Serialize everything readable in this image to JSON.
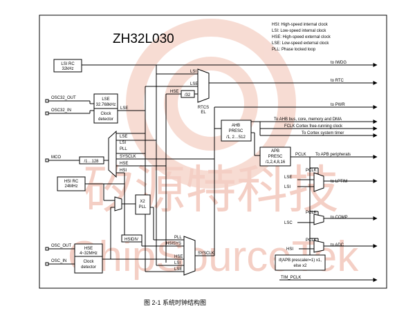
{
  "title": "ZH32L030",
  "legend": [
    "HSI: High-speed internal clock",
    "LSI: Low-speed internal clock",
    "HSE: High-speed external clock",
    "LSE: Low-speed external clock",
    "PLL: Phase locked loop"
  ],
  "blocks": {
    "lsi_rc": [
      "LSI RC",
      "32kHz"
    ],
    "lse": [
      "LSE",
      "32.768kHz",
      "Clock",
      "detector"
    ],
    "div32": "/32",
    "ahb": [
      "AHB",
      "PRESC",
      "/1, 2…512"
    ],
    "apb": [
      "APB",
      "PRESC",
      "/1,2,4,8,16"
    ],
    "mco_div": "/1…128",
    "hsi_rc": [
      "HSI RC",
      "24MHz"
    ],
    "pll": [
      "X2",
      "PLL"
    ],
    "hsidiv": "HSIDIV",
    "hse": [
      "HSE",
      "4~32MHz",
      "Clock",
      "detector"
    ],
    "tim": [
      "if(APB prescaler=1) x1,",
      "else x2"
    ],
    "rtcsel": [
      "RTCS",
      "EL"
    ]
  },
  "outputs": {
    "iwdg": "to IWDG",
    "rtc": "to RTC",
    "pwr": "to PWR",
    "ahb": "To AHB bus, core, memory and DMA",
    "fclk": "FCLK Cortex free-running clock",
    "systick": "To Cortex system timer",
    "apb": "To APB peripherals",
    "lptim": "to LPTIM",
    "comp": "to COMP",
    "adc": "to ADC",
    "tim": "TIM_PCLK"
  },
  "pins": {
    "osc32_out": "OSC32_OUT",
    "osc32_in": "OSC32_IN",
    "mco": "MCO",
    "osc_out": "OSC_OUT",
    "osc_in": "OSC_IN"
  },
  "wires": {
    "rtc_lsi": "LSI",
    "rtc_lse": "LSE",
    "rtc_hse": "HSE",
    "lse_out": "LSE",
    "mco": [
      "LSE",
      "LSI",
      "PLL",
      "SYSCLK",
      "HSE",
      "HSI"
    ],
    "sys": [
      "PLL",
      "HSISYS",
      "HSE",
      "LSI",
      "LSE"
    ],
    "sysclk": "SYSCLK",
    "pclk": "PCLK",
    "lptim_lse": "LSE",
    "lptim_lsi": "LSI",
    "comp_lsc": "LSC",
    "adc_hsi": "HSI"
  },
  "caption": "图 2-1 系统时钟结构图",
  "watermark": {
    "cn": "矽源特科技",
    "en": "ChipSourceTek"
  }
}
